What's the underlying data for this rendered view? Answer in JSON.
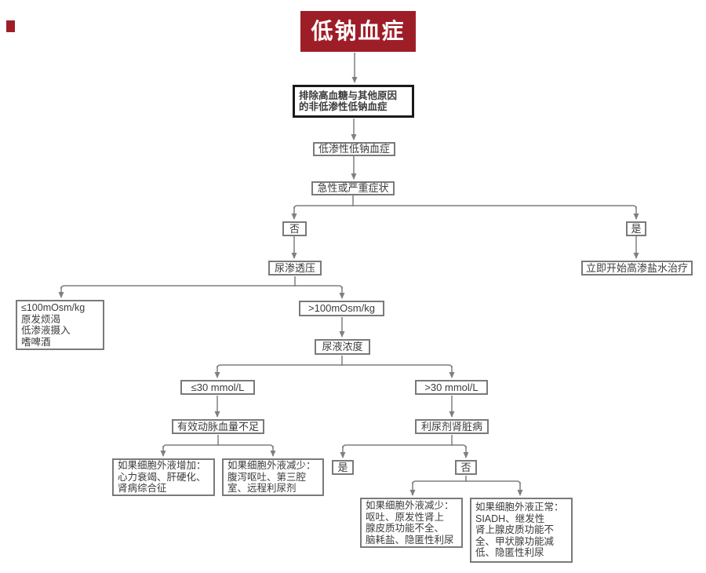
{
  "colors": {
    "accent_red": "#9E1E28",
    "box_border": "#7A7A7A",
    "box_text": "#3B3B3B",
    "connector": "#7F7F7F",
    "bold_box_border": "#1A1A1A",
    "title_text": "#FFFFFF"
  },
  "flowchart": {
    "title": "低钠血症",
    "exclude_box": {
      "line1": "排除高血糖与其他原因",
      "line2": "的非低渗性低钠血症"
    },
    "hypotonic": "低渗性低钠血症",
    "acute_severe": "急性或严重症状",
    "branch_acute": {
      "no": "否",
      "yes": "是"
    },
    "hypertonic_saline": "立即开始高渗盐水治疗",
    "urine_osmolality": "尿渗透压",
    "osm_low": {
      "line1": "≤100mOsm/kg",
      "line2": "原发烦渴",
      "line3": "低渗液摄入",
      "line4": "嗜啤酒"
    },
    "osm_high": ">100mOsm/kg",
    "urine_concentration": "尿液浓度",
    "na_low": "≤30 mmol/L",
    "na_high": ">30 mmol/L",
    "eabv_low": "有效动脉血量不足",
    "diuretic_renal": "利尿剂肾脏病",
    "ecf_increased": {
      "line1": "如果细胞外液增加：",
      "line2": "心力衰竭、肝硬化、",
      "line3": "肾病综合征"
    },
    "ecf_decreased_left": {
      "line1": "如果细胞外液减少：",
      "line2": "腹泻呕吐、第三腔",
      "line3": "室、远程利尿剂"
    },
    "branch_diuretic": {
      "yes": "是",
      "no": "否"
    },
    "ecf_decreased_right": {
      "line1": "如果细胞外液减少：",
      "line2": "呕吐、原发性肾上",
      "line3": "腺皮质功能不全、",
      "line4": "脑耗盐、隐匿性利尿"
    },
    "ecf_normal": {
      "line1": "如果细胞外液正常：",
      "line2": "SIADH、继发性",
      "line3": "肾上腺皮质功能不",
      "line4": "全、甲状腺功能减",
      "line5": "低、隐匿性利尿"
    }
  }
}
